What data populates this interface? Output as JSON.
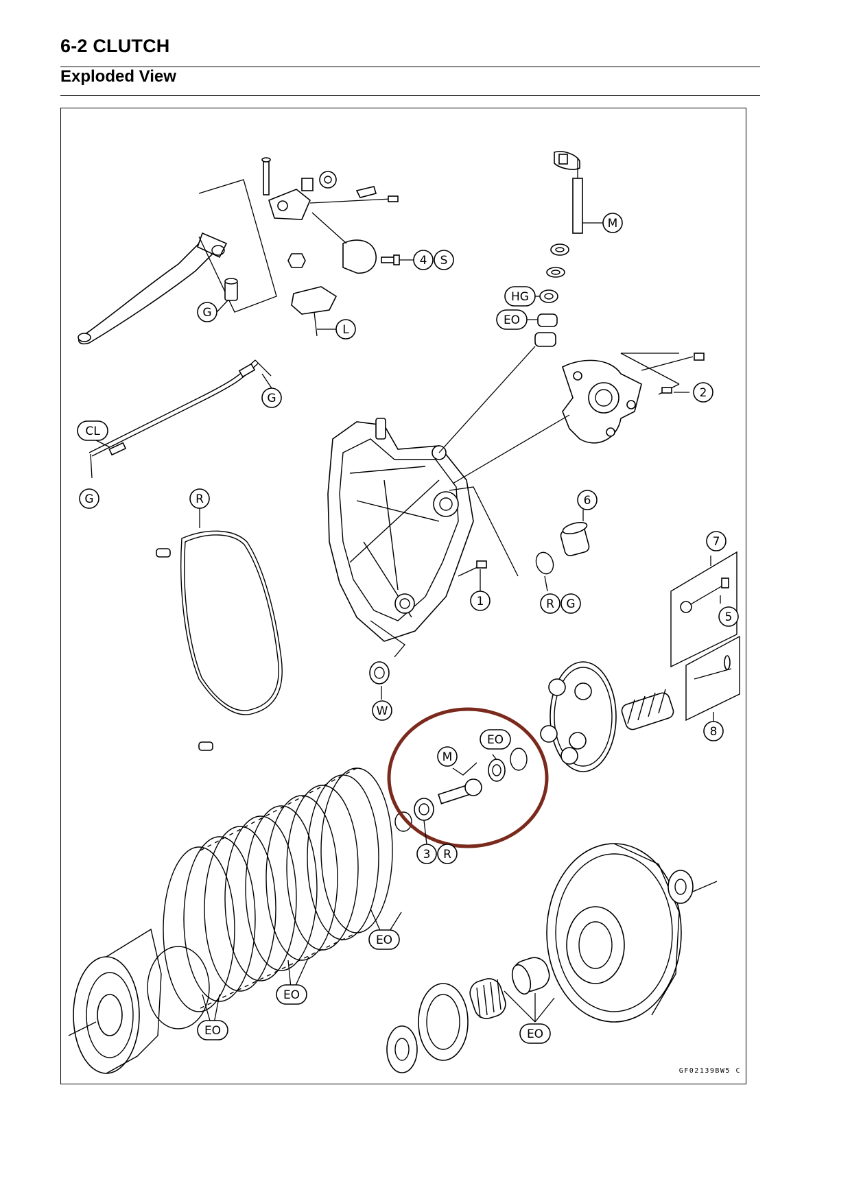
{
  "header": {
    "section_title": "6-2 CLUTCH",
    "subtitle": "Exploded View"
  },
  "diagram": {
    "figure_code": "GF02139BW5 C",
    "highlight_color": "#7a2a1c",
    "callouts": {
      "lever_G": "G",
      "bolt_4": "4",
      "bolt_S": "S",
      "switch_L": "L",
      "pushrod_M": "M",
      "seal_HG": "HG",
      "bearing_EO": "EO",
      "bolt_2": "2",
      "cable_G_top": "G",
      "cable_CL": "CL",
      "cable_G_bottom": "G",
      "gasket_R": "R",
      "plug_6": "6",
      "oring_R": "R",
      "oring_G": "G",
      "bolt_1": "1",
      "bolt_7": "7",
      "bolt_5": "5",
      "seal_W": "W",
      "shaft_M": "M",
      "bearing_EO2": "EO",
      "nut_3": "3",
      "washer_R": "R",
      "spring_8": "8",
      "plates_EO_top": "EO",
      "plates_EO_mid": "EO",
      "plates_EO_left": "EO",
      "housing_EO": "EO"
    }
  }
}
